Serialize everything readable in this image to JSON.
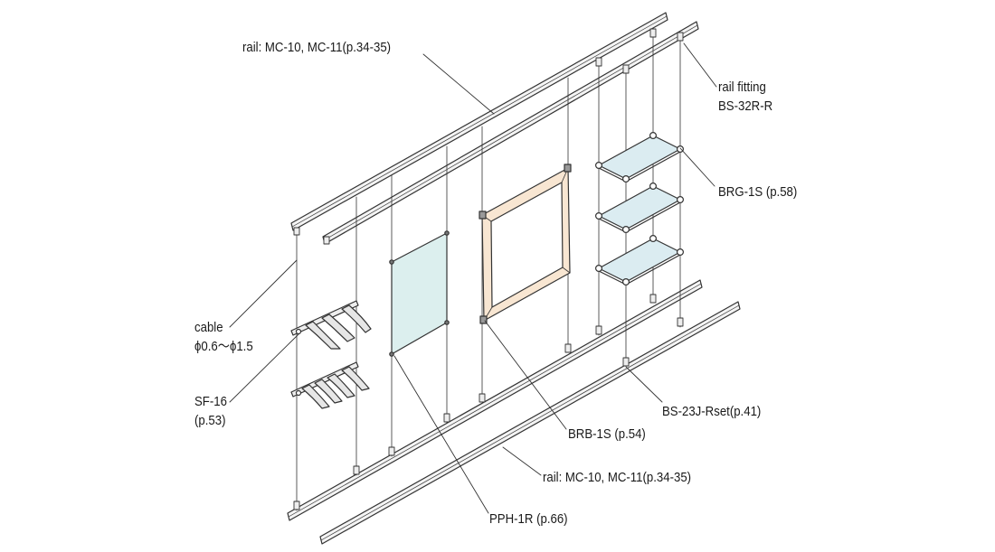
{
  "callouts": {
    "rail_top": "rail: MC-10, MC-11(p.34-35)",
    "rail_fitting": [
      "rail fitting",
      "BS-32R-R"
    ],
    "brg": "BRG-1S (p.58)",
    "cable": [
      "cable",
      "ϕ0.6～ϕ1.5"
    ],
    "sf": [
      "SF-16",
      "(p.53)"
    ],
    "bs23": "BS-23J-Rset(p.41)",
    "brb": "BRB-1S (p.54)",
    "rail_bottom": "rail: MC-10, MC-11(p.34-35)",
    "pph": "PPH-1R (p.66)"
  },
  "colors": {
    "line": "#333333",
    "glass": "#dcefee",
    "frame": "#f8e6d2",
    "shelf": "#dbecf1"
  }
}
